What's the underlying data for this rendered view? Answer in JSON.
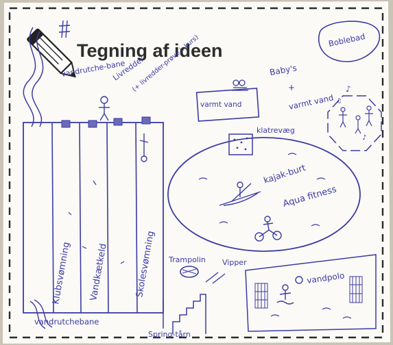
{
  "title": "Tegning af ideen",
  "labels": {
    "vandrutchebane_top": "vandrutche-bane",
    "livredder": "Livredder",
    "livredder_note": "(+ livredder-prøve i. kurs)",
    "boblebad": "Boblebad",
    "babys": "Baby's",
    "plus": "+",
    "varmt_vand_label": "varmt vand",
    "varmt_vand_box": "varmt vand",
    "klatrevaeg": "klatrevæg",
    "kajakburt": "kajak-burt",
    "aqua_fitness": "Aqua fitness",
    "klubsvoemning": "Klubsvømning",
    "vandkaetkeld": "Vandkætkeld",
    "skolesvoemning": "Skolesvømning",
    "trampolin": "Trampolin",
    "vipper": "Vipper",
    "vandpolo": "vandpolo",
    "vandrutchebane_bottom": "vandrutchebane",
    "springtaarn": "Spring-tårn"
  },
  "colors": {
    "ink": "#3b3aa6",
    "paper": "#fbfaf6",
    "border": "#2b2b2b"
  },
  "icons": [
    "pencil-icon",
    "lifeguard-figure",
    "kayaker-figure",
    "cyclist-figure",
    "swimmer-figure",
    "ball-icon",
    "goal-net",
    "stairs-shape",
    "music-note-icon"
  ]
}
